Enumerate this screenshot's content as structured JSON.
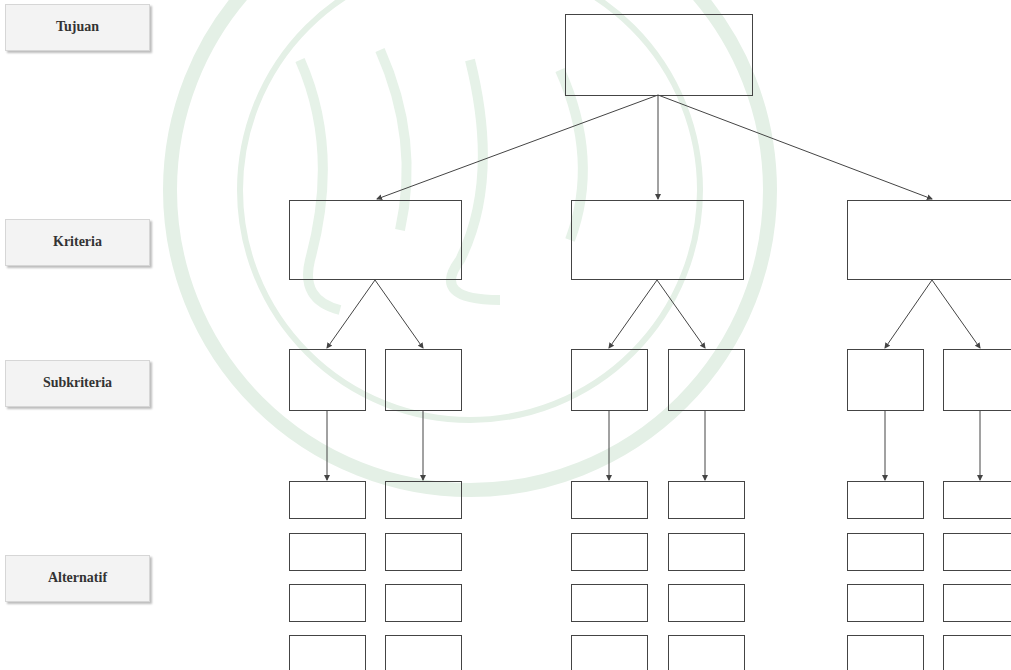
{
  "diagram": {
    "nodes": [
      {
        "text": [
          "Tujuan"
        ]
      },
      {
        "text": [
          "Kriteria"
        ]
      },
      {
        "text": [
          "Subkriteria"
        ]
      },
      {
        "text": [
          "Alternatif"
        ]
      }
    ]
  }
}
